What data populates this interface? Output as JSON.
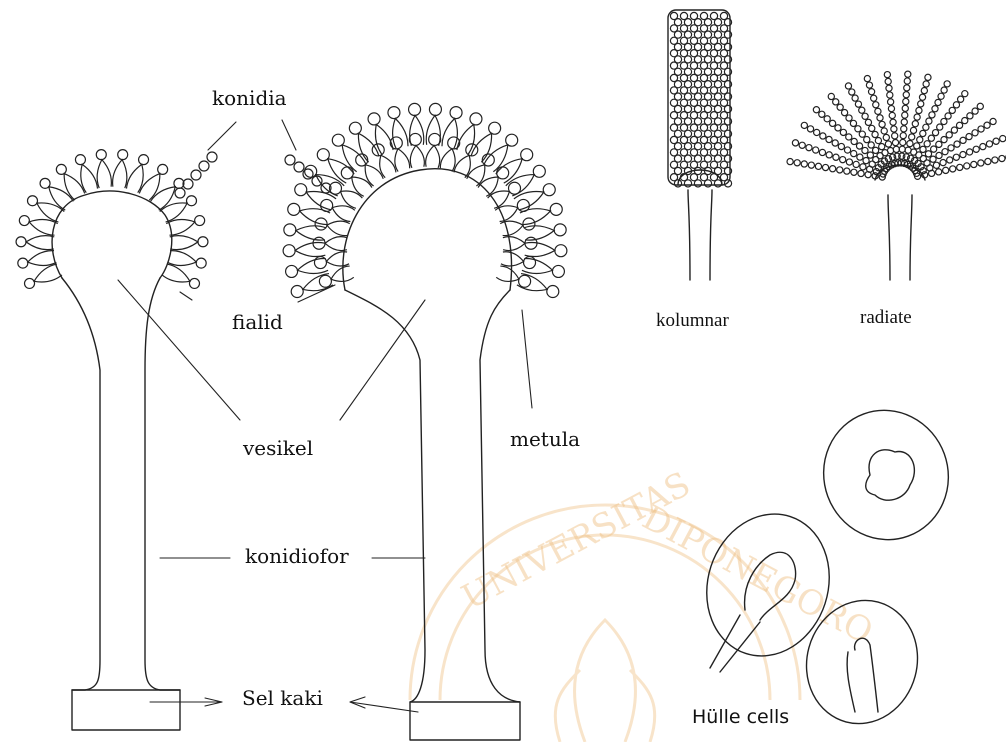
{
  "labels": {
    "konidia": "konidia",
    "fialid": "fialid",
    "vesikel": "vesikel",
    "metula": "metula",
    "konidiofor": "konidiofor",
    "sel_kaki": "Sel kaki",
    "kolumnar": "kolumnar",
    "radiate": "radiate",
    "hulle_cells": "Hülle cells"
  },
  "watermark": {
    "text": "UNIVERSITAS DIPONEGORO",
    "color": "#f3d3a6"
  },
  "colors": {
    "ink": "#222222",
    "background": "#ffffff"
  }
}
